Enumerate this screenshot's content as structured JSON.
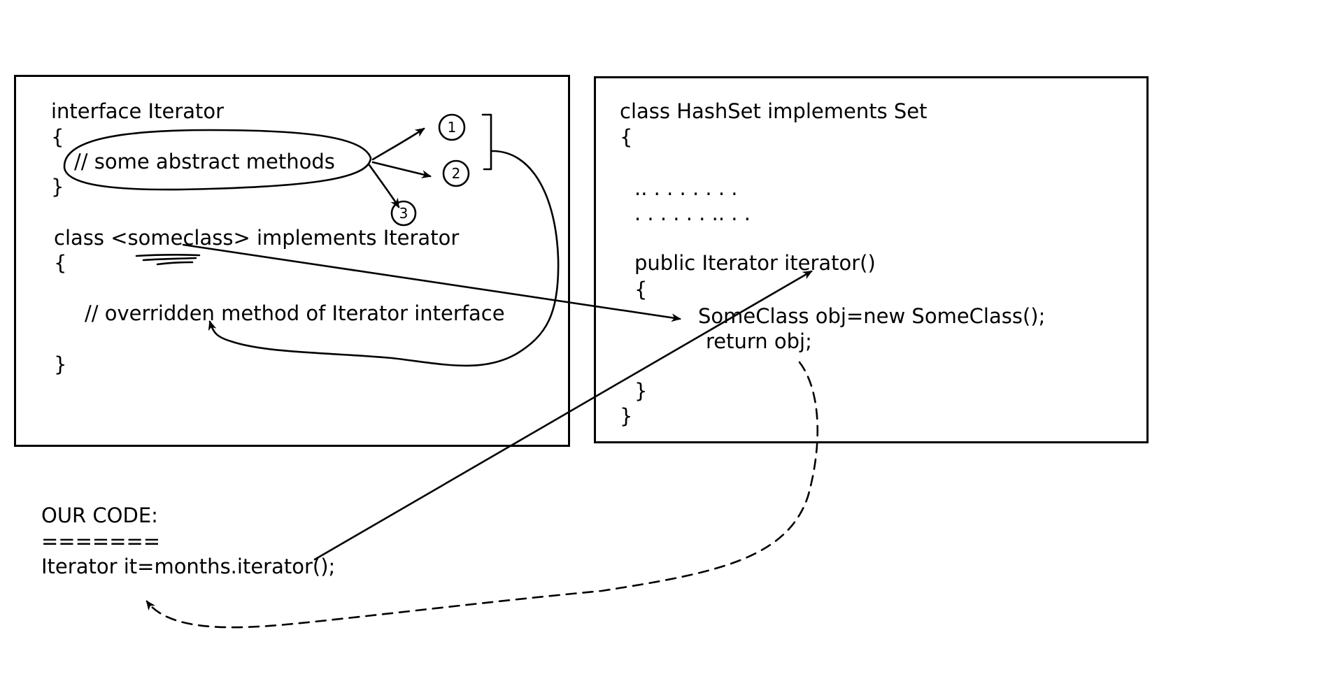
{
  "left_box": {
    "interface_decl": "interface Iterator",
    "brace_open_1": "{",
    "abstract_comment": "// some abstract methods",
    "brace_close_1": "}",
    "class_decl": "class <someclass> implements Iterator",
    "brace_open_2": "{",
    "override_comment": "// overridden method of Iterator interface",
    "brace_close_2": "}"
  },
  "right_box": {
    "class_decl": "class HashSet implements Set",
    "brace_open_1": "{",
    "dots_1": ".. . . . . . . .",
    "dots_2": ". . . . . . .. . .",
    "method_decl": "public Iterator iterator()",
    "brace_open_2": "{",
    "new_obj": "SomeClass obj=new SomeClass();",
    "return_stmt": "return obj;",
    "brace_close_2": "}",
    "brace_close_1": "}"
  },
  "our_code": {
    "heading": "OUR CODE:",
    "underline": "=======",
    "statement": "Iterator it=months.iterator();"
  },
  "annotations": {
    "circle_1": "1",
    "circle_2": "2",
    "circle_3": "3"
  }
}
